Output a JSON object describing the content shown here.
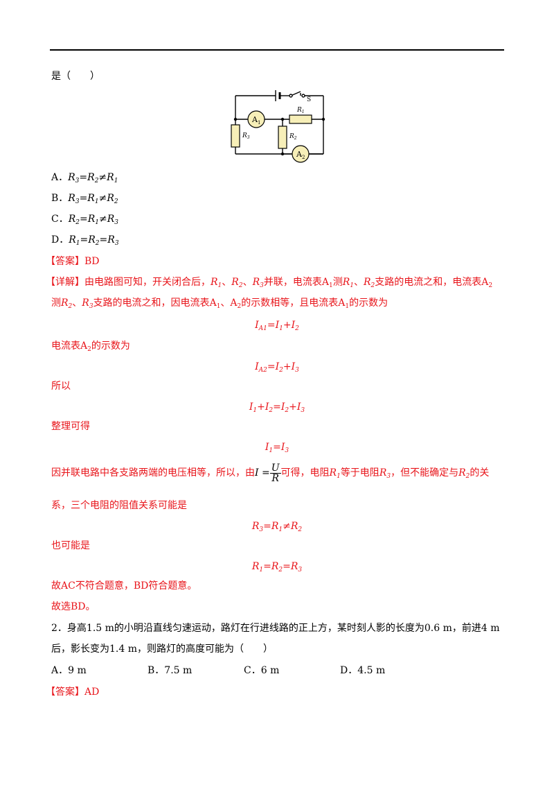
{
  "q1_tail": "是（　　）",
  "circuit": {
    "switch": "S",
    "r1": "R",
    "r1_sub": "1",
    "r2": "R",
    "r2_sub": "2",
    "r3": "R",
    "r3_sub": "3",
    "a1": "A",
    "a1_sub": "1",
    "a2": "A",
    "a2_sub": "2"
  },
  "options": [
    {
      "letter": "A．",
      "expr": [
        "R",
        "3",
        "=R",
        "2",
        "≠R",
        "1"
      ]
    },
    {
      "letter": "B．",
      "expr": [
        "R",
        "3",
        "=R",
        "1",
        "≠R",
        "2"
      ]
    },
    {
      "letter": "C．",
      "expr": [
        "R",
        "2",
        "=R",
        "1",
        "≠R",
        "3"
      ]
    },
    {
      "letter": "D．",
      "expr": [
        "R",
        "1",
        "=R",
        "2",
        "=R",
        "3"
      ]
    }
  ],
  "answer1": "【答案】BD",
  "detail": {
    "tag": "【详解】",
    "p1": {
      "a": "由电路图可知，开关闭合后，",
      "b": "并联，电流表",
      "c": "测",
      "d": "支路的电流之和，电流表"
    },
    "p2": {
      "a": "测",
      "b": "支路的电流之和，因电流表",
      "c": "的示数相等，且电流表",
      "d": "的示数为"
    },
    "eq1": "I_A1=I_1+I_2",
    "s1": "电流表",
    "s1b": "的示数为",
    "eq2": "I_A2=I_2+I_3",
    "s2": "所以",
    "eq3": "I_1+I_2=I_2+I_3",
    "s3": "整理可得",
    "eq4": "I_1=I_3",
    "p3": {
      "a": "因并联电路中各支路两端的电压相等，所以，由",
      "frac_left": "I =",
      "frac_num": "U",
      "frac_den": "R",
      "b": "可得，电阻",
      "c": "等于电阻",
      "d": "，但不能确定与",
      "e": "的关"
    },
    "p4": "系，三个电阻的阻值关系可能是",
    "eq5": "R_3=R_1≠R_2",
    "s5": "也可能是",
    "eq6": "R_1=R_2=R_3",
    "s6": "故AC不符合题意，BD符合题意。",
    "s7": "故选BD。"
  },
  "q2": {
    "line1": "2．身高1.5 m的小明沿直线匀速运动，路灯在行进线路的正上方，某时刻人影的长度为0.6 m，前进4 m",
    "line2": "后，影长变为1.4 m，则路灯的高度可能为（　　）",
    "options": [
      "A．9 m",
      "B．7.5 m",
      "C．6 m",
      "D．4.5 m"
    ],
    "answer": "【答案】AD"
  },
  "colors": {
    "answer": "#e8141a",
    "resistor": "#f7efb8",
    "meter": "#f7efb8"
  }
}
